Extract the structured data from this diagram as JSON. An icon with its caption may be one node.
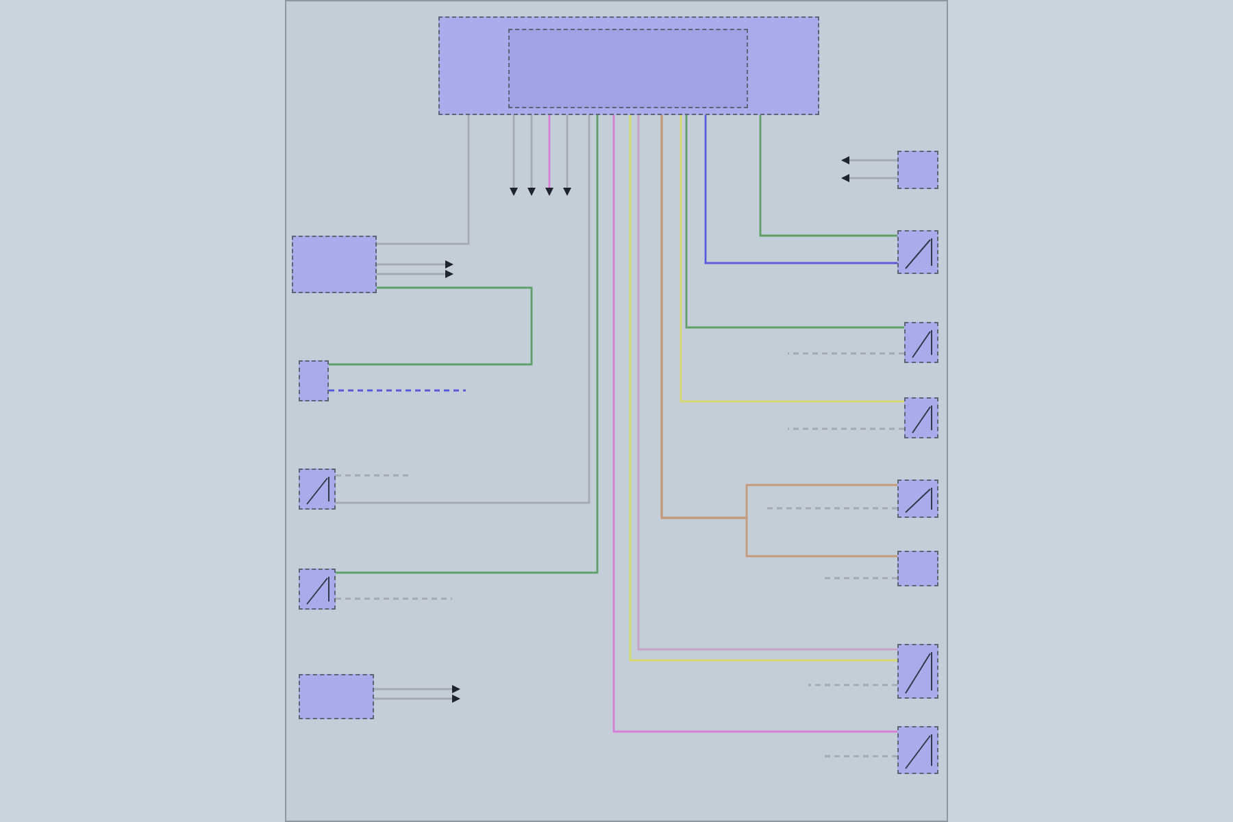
{
  "diagram": {
    "nodes": [
      {
        "text": [],
        "shape": "box"
      },
      {
        "text": [],
        "shape": "box",
        "in": 0
      },
      {
        "text": [],
        "shape": "box"
      },
      {
        "text": [],
        "shape": "box"
      },
      {
        "text": [],
        "shape": "box"
      },
      {
        "text": [],
        "shape": "box"
      },
      {
        "text": [],
        "shape": "box"
      },
      {
        "text": [],
        "shape": "box"
      },
      {
        "text": [],
        "shape": "box"
      },
      {
        "text": [],
        "shape": "box"
      },
      {
        "text": [],
        "shape": "box"
      },
      {
        "text": [],
        "shape": "box"
      },
      {
        "text": [],
        "shape": "box"
      },
      {
        "text": [],
        "shape": "box"
      },
      {
        "text": [],
        "shape": "box"
      }
    ],
    "edges": [
      {
        "from": 0,
        "to": 2,
        "arrow": "none"
      },
      {
        "from": 2,
        "to": 3,
        "arrow": "none",
        "color": "#5f9f6a"
      },
      {
        "from": 3,
        "to": null,
        "arrow": "none",
        "style": "dashed",
        "color": "#5a5ad8"
      },
      {
        "from": 2,
        "to": null,
        "arrow": "to"
      },
      {
        "from": 2,
        "to": null,
        "arrow": "to"
      },
      {
        "from": 0,
        "to": 4,
        "arrow": "none"
      },
      {
        "from": 4,
        "to": null,
        "arrow": "none",
        "style": "dashed"
      },
      {
        "from": 0,
        "to": 5,
        "arrow": "none",
        "color": "#5f9f6a"
      },
      {
        "from": 5,
        "to": null,
        "arrow": "none",
        "style": "dashed"
      },
      {
        "from": 6,
        "to": null,
        "arrow": "to"
      },
      {
        "from": 6,
        "to": null,
        "arrow": "to"
      },
      {
        "from": 0,
        "to": null,
        "arrow": "to"
      },
      {
        "from": 0,
        "to": null,
        "arrow": "to"
      },
      {
        "from": 0,
        "to": null,
        "arrow": "to",
        "color": "#d67fd6"
      },
      {
        "from": 0,
        "to": null,
        "arrow": "to"
      },
      {
        "from": 0,
        "to": 8,
        "arrow": "none",
        "color": "#5f9f6a"
      },
      {
        "from": 0,
        "to": 8,
        "arrow": "none",
        "color": "#5a5ad8"
      },
      {
        "from": 7,
        "to": null,
        "arrow": "to"
      },
      {
        "from": 7,
        "to": null,
        "arrow": "to"
      },
      {
        "from": 0,
        "to": 9,
        "arrow": "none",
        "color": "#5f9f6a"
      },
      {
        "from": 9,
        "to": null,
        "arrow": "none",
        "style": "dashed"
      },
      {
        "from": 0,
        "to": 10,
        "arrow": "none",
        "color": "#d8d870"
      },
      {
        "from": 10,
        "to": null,
        "arrow": "none",
        "style": "dashed"
      },
      {
        "from": 0,
        "to": 11,
        "arrow": "none",
        "color": "#c49a7a"
      },
      {
        "from": 11,
        "to": null,
        "arrow": "none",
        "style": "dashed"
      },
      {
        "from": 0,
        "to": 12,
        "arrow": "none",
        "color": "#c49a7a"
      },
      {
        "from": 12,
        "to": null,
        "arrow": "none",
        "style": "dashed"
      },
      {
        "from": 0,
        "to": 13,
        "arrow": "none",
        "color": "#c8a0c8"
      },
      {
        "from": 0,
        "to": 13,
        "arrow": "none",
        "color": "#d8d870"
      },
      {
        "from": 13,
        "to": null,
        "arrow": "none",
        "style": "dashed"
      },
      {
        "from": 0,
        "to": 14,
        "arrow": "none",
        "color": "#d67fd6"
      },
      {
        "from": 14,
        "to": null,
        "arrow": "none",
        "style": "dashed"
      }
    ]
  }
}
